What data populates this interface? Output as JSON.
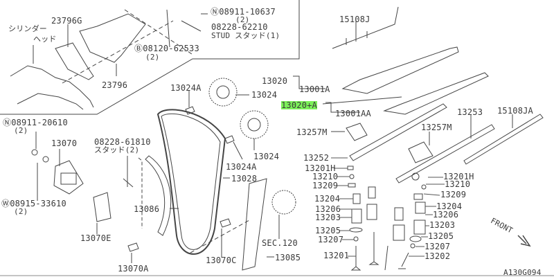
{
  "diagram_id": "A130G094",
  "cylinder_head_label_1": "シリンダー",
  "cylinder_head_label_2": "ヘッド",
  "front_label": "FRONT",
  "highlight_color": "#7cf05a",
  "parts": {
    "p23796G": "23796G",
    "p23796": "23796",
    "n0891110637": "Ⓝ08911-10637",
    "n0891110637_qty": "(2)",
    "p0822862210": "08228-62210",
    "p0822862210_desc": "STUD スタッド(1)",
    "b0812062533": "Ⓑ08120-62533",
    "b0812062533_qty": "(2)",
    "p15108J": "15108J",
    "p13020": "13020",
    "p13001A": "13001A",
    "p13020A": "13020+A",
    "p13001AA": "13001AA",
    "p13024A_1": "13024A",
    "p13024_1": "13024",
    "p13024_2": "13024",
    "p13024A_2": "13024A",
    "p13028": "13028",
    "n0891120610": "Ⓝ08911-20610",
    "n0891120610_qty": "(2)",
    "p13070": "13070",
    "p0822861810": "08228-61810",
    "p0822861810_desc": "スタッド(2)",
    "w0891533610": "Ⓦ08915-33610",
    "w0891533610_qty": "(2)",
    "p13086": "13086",
    "p13070E": "13070E",
    "p13070A": "13070A",
    "p13070C": "13070C",
    "sec120": "SEC.120",
    "p13085": "13085",
    "p13253": "13253",
    "p15108JA": "15108JA",
    "p13257M_1": "13257M",
    "p13257M_2": "13257M",
    "p13252": "13252",
    "l13201H": "13201H",
    "l13210": "13210",
    "l13209": "13209",
    "l13204": "13204",
    "l13206": "13206",
    "l13203": "13203",
    "l13205": "13205",
    "l13207": "13207",
    "l13201": "13201",
    "r13201H": "13201H",
    "r13210": "13210",
    "r13209": "13209",
    "r13204": "13204",
    "r13206": "13206",
    "r13203": "13203",
    "r13205": "13205",
    "r13207": "13207",
    "r13202": "13202"
  }
}
